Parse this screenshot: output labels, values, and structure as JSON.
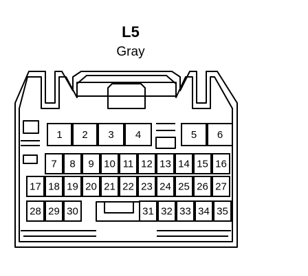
{
  "connector": {
    "name": "L5",
    "color": "Gray"
  },
  "pins": {
    "row1": [
      "1",
      "2",
      "3",
      "4",
      "5",
      "6"
    ],
    "row2": [
      "7",
      "8",
      "9",
      "10",
      "11",
      "12",
      "13",
      "14",
      "15",
      "16"
    ],
    "row3": [
      "17",
      "18",
      "19",
      "20",
      "21",
      "22",
      "23",
      "24",
      "25",
      "26",
      "27"
    ],
    "row4": [
      "28",
      "29",
      "30",
      "31",
      "32",
      "33",
      "34",
      "35"
    ]
  }
}
